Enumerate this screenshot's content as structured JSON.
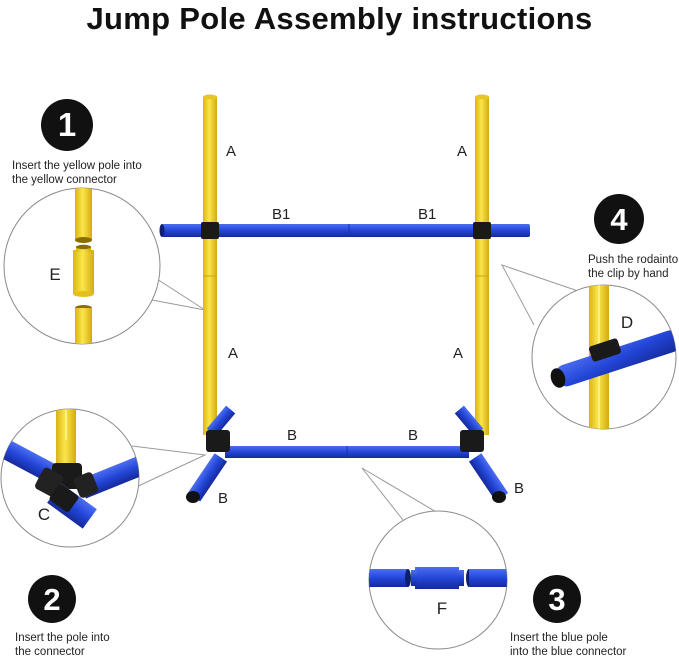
{
  "title": "Jump Pole Assembly instructions",
  "colors": {
    "yellow": "#f5d328",
    "yellow_dark": "#c9a60e",
    "blue": "#2346d8",
    "blue_dark": "#14288c",
    "black": "#111111"
  },
  "steps": [
    {
      "number": "1",
      "text_line1": "Insert the yellow pole into",
      "text_line2": "the yellow connector"
    },
    {
      "number": "2",
      "text_line1": "Insert the pole into",
      "text_line2": "the connector"
    },
    {
      "number": "3",
      "text_line1": "Insert the blue pole",
      "text_line2": "into the blue connector"
    },
    {
      "number": "4",
      "text_line1": "Push the rodainto",
      "text_line2": "the clip by hand"
    }
  ],
  "labels": {
    "a_top_left": "A",
    "a_top_right": "A",
    "a_mid_left": "A",
    "a_mid_right": "A",
    "b1_left": "B1",
    "b1_right": "B1",
    "b_bottom_left": "B",
    "b_bottom_right": "B",
    "b_foot_left": "B",
    "b_foot_right": "B",
    "detail_c": "C",
    "detail_d": "D",
    "detail_e": "E",
    "detail_f": "F"
  }
}
